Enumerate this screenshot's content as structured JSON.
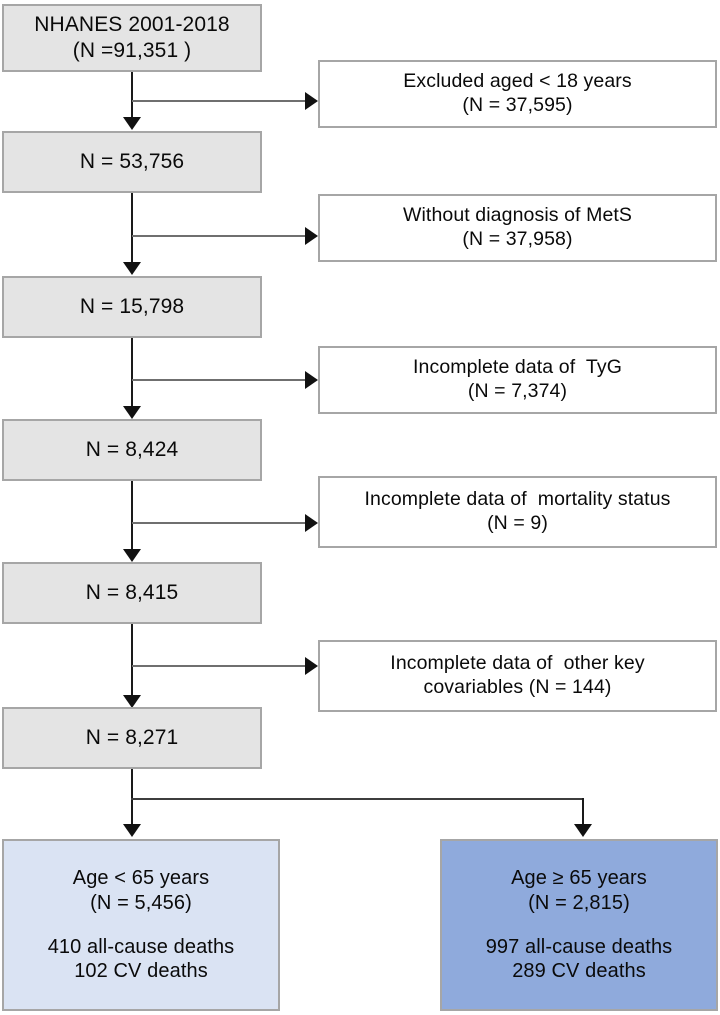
{
  "chart_data": {
    "type": "diagram",
    "title": "NHANES participant selection flow diagram",
    "nodes": [
      {
        "id": "source",
        "label": "NHANES 2001-2018",
        "sublabel": "(N =91,351 )",
        "n": 91351,
        "fill": "#e4e4e4"
      },
      {
        "id": "step1",
        "label": "N = 53,756",
        "n": 53756,
        "fill": "#e4e4e4"
      },
      {
        "id": "step2",
        "label": "N = 15,798",
        "n": 15798,
        "fill": "#e4e4e4"
      },
      {
        "id": "step3",
        "label": "N = 8,424",
        "n": 8424,
        "fill": "#e4e4e4"
      },
      {
        "id": "step4",
        "label": "N = 8,415",
        "n": 8415,
        "fill": "#e4e4e4"
      },
      {
        "id": "step5",
        "label": "N = 8,271",
        "n": 8271,
        "fill": "#e4e4e4"
      },
      {
        "id": "exc1",
        "label": "Excluded aged < 18 years",
        "sublabel": "(N = 37,595)",
        "n": 37595,
        "fill": "#ffffff"
      },
      {
        "id": "exc2",
        "label": "Without diagnosis of MetS",
        "sublabel": "(N = 37,958)",
        "n": 37958,
        "fill": "#ffffff"
      },
      {
        "id": "exc3",
        "label": "Incomplete data of  TyG",
        "sublabel": "(N = 7,374)",
        "n": 7374,
        "fill": "#ffffff"
      },
      {
        "id": "exc4",
        "label": "Incomplete data of  mortality status",
        "sublabel": "(N = 9)",
        "n": 9,
        "fill": "#ffffff"
      },
      {
        "id": "exc5",
        "label": "Incomplete data of  other key",
        "sublabel": "covariables (N = 144)",
        "n": 144,
        "fill": "#ffffff"
      },
      {
        "id": "young",
        "label": "Age < 65 years",
        "sublabel": "(N = 5,456)",
        "n": 5456,
        "deaths_all_cause": 410,
        "deaths_cv": 102,
        "fill": "#dae3f3"
      },
      {
        "id": "old",
        "label": "Age ≥ 65 years",
        "sublabel": "(N = 2,815)",
        "n": 2815,
        "deaths_all_cause": 997,
        "deaths_cv": 289,
        "fill": "#8faadc"
      }
    ]
  },
  "colors": {
    "gray_fill": "#e4e4e4",
    "white_fill": "#ffffff",
    "blue_light_fill": "#dae3f3",
    "blue_dark_fill": "#8faadc",
    "box_border": "#a6a6a6",
    "connector": "#1a1a1a",
    "text": "#0a0a0a"
  },
  "source_box": {
    "title": "NHANES 2001-2018",
    "count": "(N =91,351 )"
  },
  "stages": [
    {
      "id": "stage1",
      "count": "N = 53,756"
    },
    {
      "id": "stage2",
      "count": "N = 15,798"
    },
    {
      "id": "stage3",
      "count": "N = 8,424"
    },
    {
      "id": "stage4",
      "count": "N = 8,415"
    },
    {
      "id": "stage5",
      "count": "N = 8,271"
    }
  ],
  "exclusions": [
    {
      "id": "excl1",
      "reason": "Excluded aged < 18 years",
      "count": "(N = 37,595)"
    },
    {
      "id": "excl2",
      "reason": "Without diagnosis of MetS",
      "count": "(N = 37,958)"
    },
    {
      "id": "excl3",
      "reason": "Incomplete data of  TyG",
      "count": "(N = 7,374)"
    },
    {
      "id": "excl4",
      "reason": "Incomplete data of  mortality status",
      "count": "(N = 9)"
    },
    {
      "id": "excl5",
      "reason": "Incomplete data of  other key",
      "count": "covariables (N = 144)"
    }
  ],
  "outcomes": [
    {
      "id": "young_group",
      "group": "Age < 65 years",
      "count": "(N = 5,456)",
      "all_cause_deaths": "410 all-cause deaths",
      "cv_deaths": "102 CV deaths"
    },
    {
      "id": "old_group",
      "group": "Age ≥ 65 years",
      "count": "(N = 2,815)",
      "all_cause_deaths": "997 all-cause deaths",
      "cv_deaths": "289 CV deaths"
    }
  ]
}
